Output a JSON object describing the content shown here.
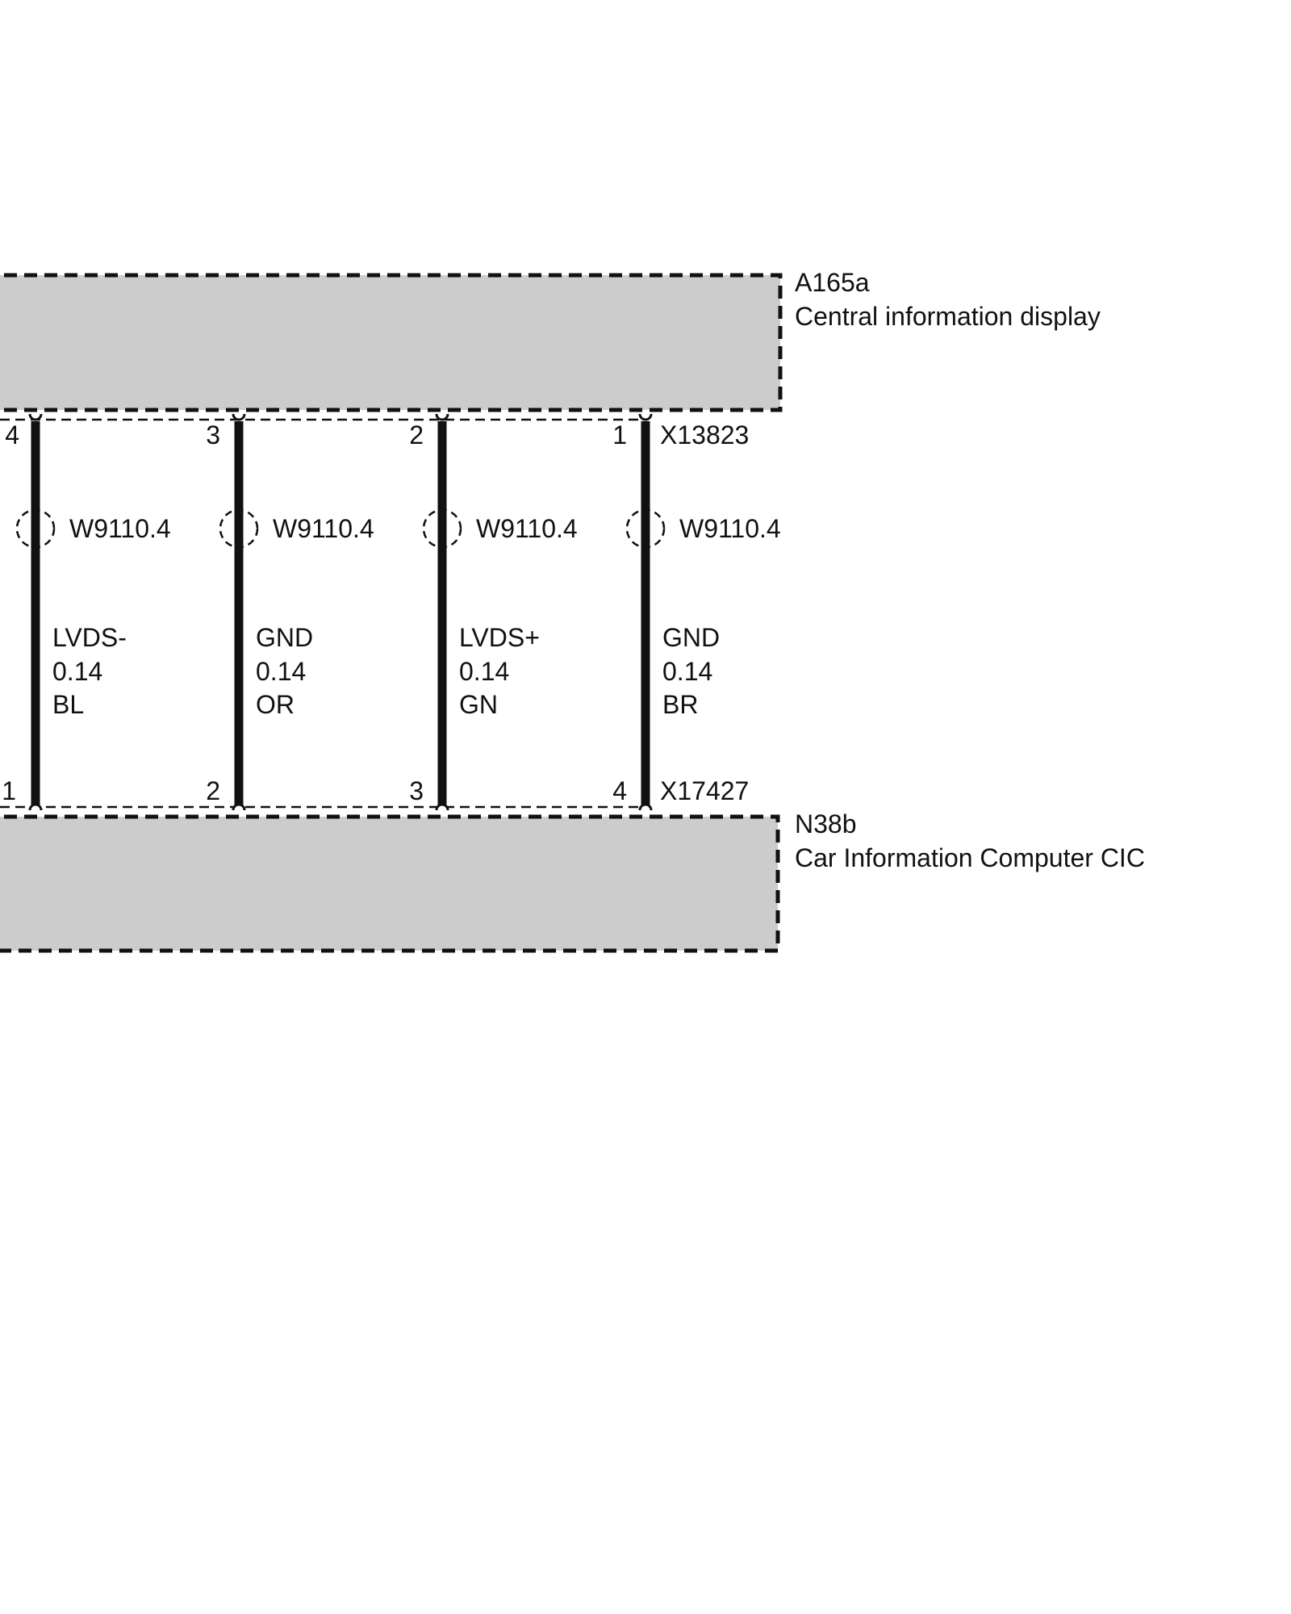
{
  "components": {
    "top": {
      "id": "A165a",
      "name": "Central information display",
      "connector": "X13823"
    },
    "bottom": {
      "id": "N38b",
      "name": "Car Information Computer CIC",
      "connector": "X17427"
    }
  },
  "wires": [
    {
      "top_pin": "4",
      "bottom_pin": "1",
      "harness": "W9110.4",
      "signal": "LVDS-",
      "gauge": "0.14",
      "color_code": "BL"
    },
    {
      "top_pin": "3",
      "bottom_pin": "2",
      "harness": "W9110.4",
      "signal": "GND",
      "gauge": "0.14",
      "color_code": "OR"
    },
    {
      "top_pin": "2",
      "bottom_pin": "3",
      "harness": "W9110.4",
      "signal": "LVDS+",
      "gauge": "0.14",
      "color_code": "GN"
    },
    {
      "top_pin": "1",
      "bottom_pin": "4",
      "harness": "W9110.4",
      "signal": "GND",
      "gauge": "0.14",
      "color_code": "BR"
    }
  ],
  "colors": {
    "component_fill": "#cccccc",
    "line": "#111111",
    "background": "#ffffff"
  }
}
